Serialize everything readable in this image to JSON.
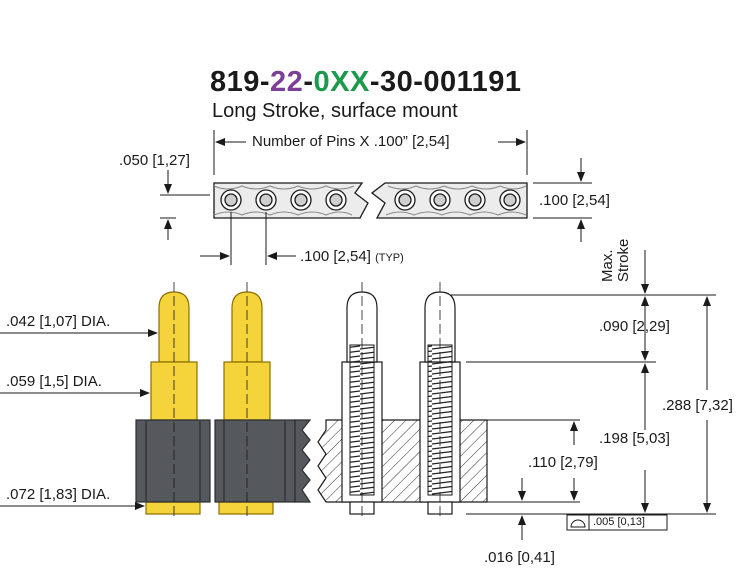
{
  "title": {
    "prefix": "819-",
    "code_a": "22",
    "sep_a": "-",
    "code_b": "0XX",
    "suffix": "-30-001191",
    "code_a_color": "#7b3f98",
    "code_b_color": "#1a9a4a"
  },
  "subtitle": "Long Stroke, surface mount",
  "strip_view": {
    "pins_label": "Number of Pins X .100” [2,54]",
    "edge_dim": ".050 [1,27]",
    "height_dim": ".100 [2,54]",
    "pitch_dim": ".100 [2,54]",
    "pitch_note": "(TYP)",
    "stroke_label_1": "Max.",
    "stroke_label_2": "Stroke"
  },
  "side_view": {
    "tip_dia": ".042 [1,07] DIA.",
    "body_dia": ".059 [1,5] DIA.",
    "base_dia": ".072 [1,83] DIA.",
    "stroke_dim": ".090 [2,29]",
    "overall_dim": ".288 [7,32]",
    "body_dim": ".198 [5,03]",
    "insulator_dim": ".110 [2,79]",
    "flatness": ".005 [0,13]",
    "base_dim": ".016 [0,41]"
  },
  "colors": {
    "gold": "#f5d33a",
    "gold_dark": "#c9a414",
    "insulator": "#55585c",
    "insulator_dark": "#3b3d40",
    "line": "#1a1a1a"
  },
  "icons": [
    "flatness-symbol-icon",
    "arrow-icon"
  ]
}
